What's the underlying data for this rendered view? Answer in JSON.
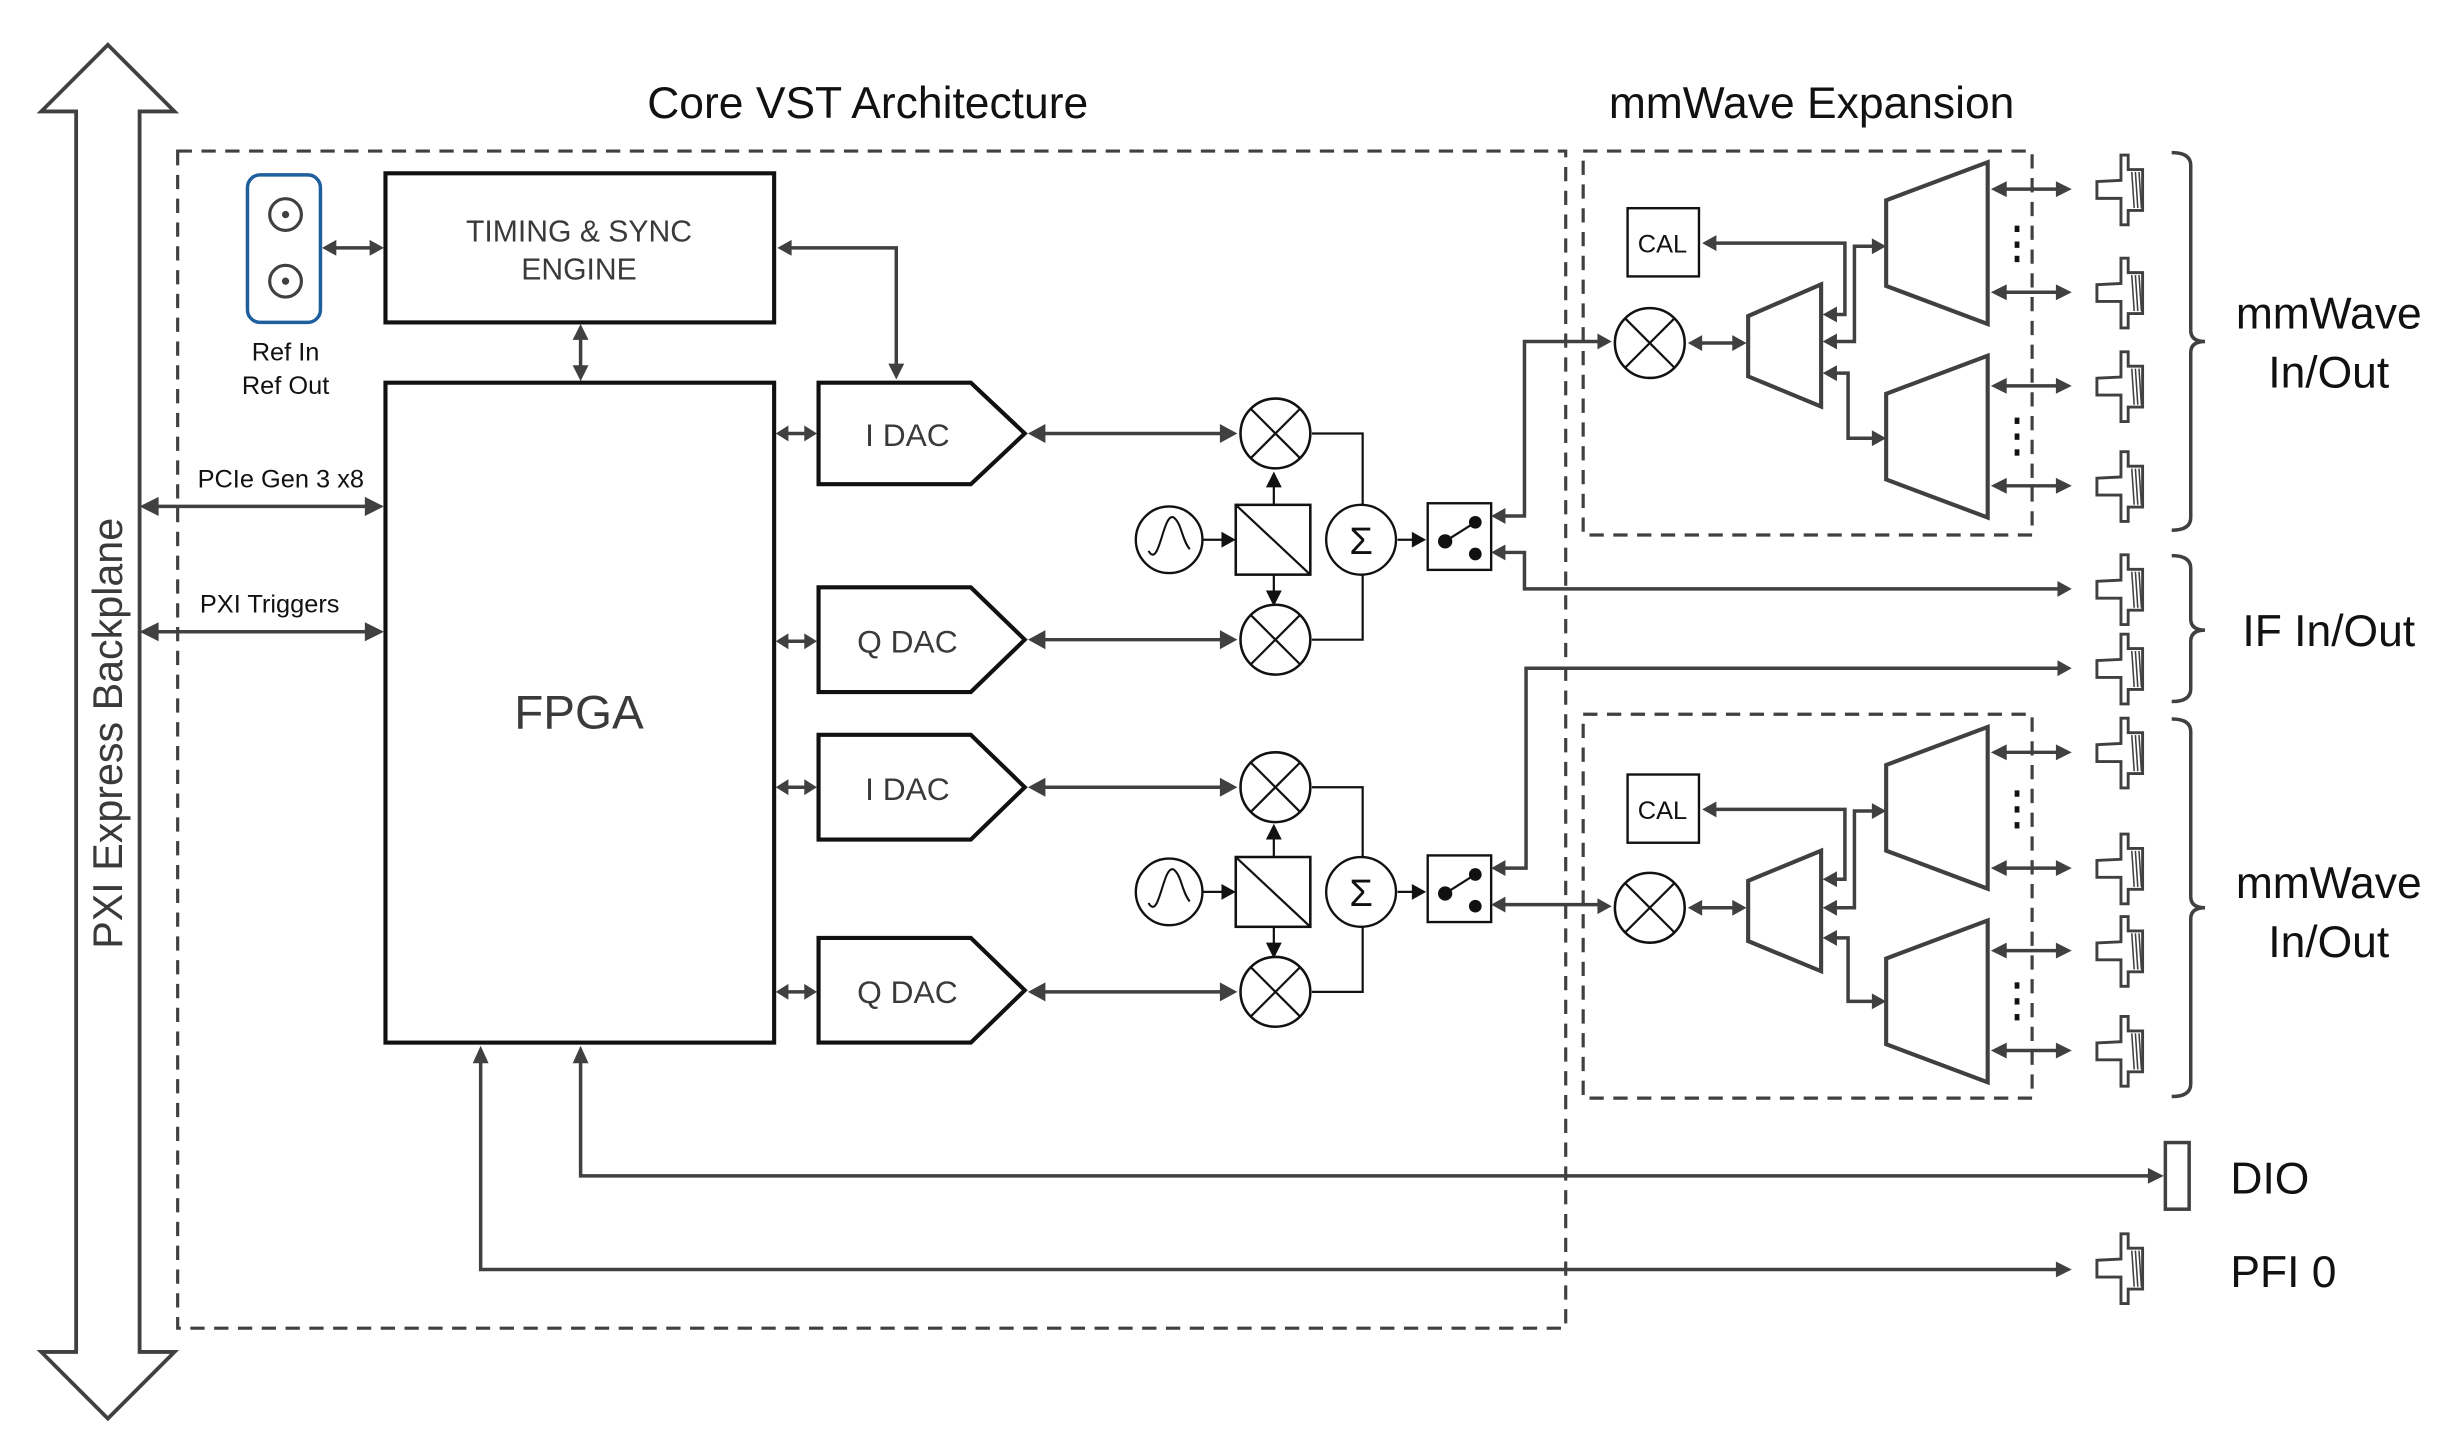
{
  "diagram": {
    "sections": {
      "core": "Core VST Architecture",
      "mmwave": "mmWave Expansion"
    },
    "backplane": "PXI Express Backplane",
    "blocks": {
      "timing_line1": "TIMING & SYNC",
      "timing_line2": "ENGINE",
      "fpga": "FPGA",
      "dac_i_top": "I DAC",
      "dac_q_top": "Q DAC",
      "dac_i_bottom": "I DAC",
      "dac_q_bottom": "Q DAC",
      "cal_top": "CAL",
      "cal_bottom": "CAL",
      "sum_symbol": "Σ"
    },
    "ref": {
      "line1": "Ref In",
      "line2": "Ref Out",
      "accent_color": "#1f5f9e"
    },
    "bus_labels": {
      "pcie": "PCIe Gen 3 x8",
      "triggers": "PXI Triggers"
    },
    "ports": {
      "mmwave_top_line1": "mmWave",
      "mmwave_top_line2": "In/Out",
      "if": "IF In/Out",
      "mmwave_bottom_line1": "mmWave",
      "mmwave_bottom_line2": "In/Out",
      "dio": "DIO",
      "pfi": "PFI 0"
    }
  }
}
